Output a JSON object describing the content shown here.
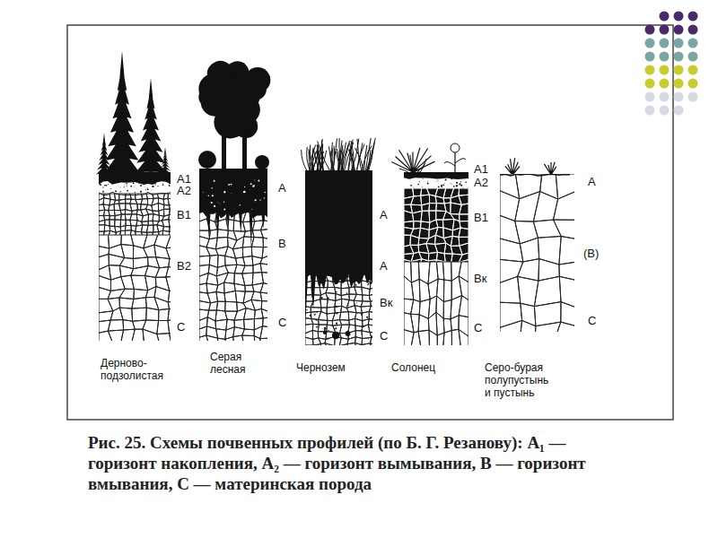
{
  "diagram": {
    "caption": "Рис. 25. Схемы почвенных профилей (по Б. Г. Резанову): A₁ — горизонт накопления, A₂ — горизонт вымывания, B — горизонт вмывания, C — материнская порода",
    "labels": [
      "A1",
      "A2",
      "B1",
      "B2",
      "C",
      "A",
      "B",
      "C",
      "A",
      "A",
      "Bк",
      "C",
      "A1",
      "A2",
      "B1",
      "Bк",
      "C",
      "A",
      "(B)",
      "C",
      "Дерново-подзолистая",
      "Серая лесная",
      "Чернозем",
      "Солонец",
      "Серо-бурая полупустынь и пустынь"
    ]
  }
}
